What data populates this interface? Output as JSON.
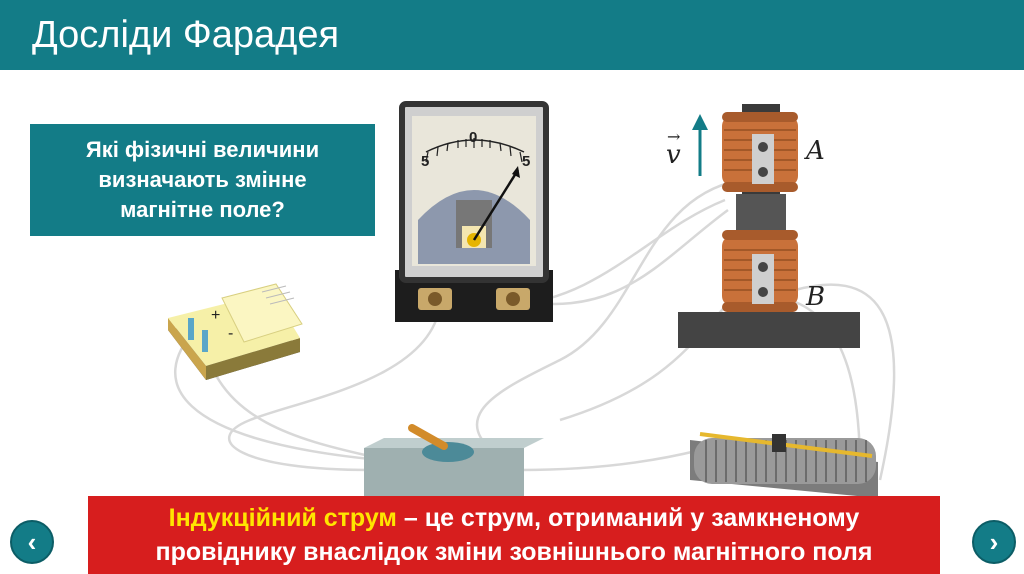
{
  "header": {
    "title": "Досліди Фарадея"
  },
  "question": {
    "lines": [
      "Які фізичні величини",
      "визначають змінне",
      "магнітне поле?"
    ]
  },
  "galvanometer": {
    "scale_left": "5",
    "scale_center": "0",
    "scale_right": "5"
  },
  "battery": {
    "plus": "+",
    "minus": "-"
  },
  "coils": {
    "label_top": "A",
    "label_bottom": "B",
    "velocity": "v"
  },
  "definition": {
    "highlight": "Індукційний струм",
    "line1_rest": " – це струм, отриманий у замкненому",
    "line2": "провіднику внаслідок зміни зовнішнього магнітного поля"
  },
  "nav": {
    "prev": "‹",
    "next": "›"
  },
  "colors": {
    "accent": "#137c87",
    "definition_bg": "#d71e1e",
    "highlight": "#ffe500"
  }
}
